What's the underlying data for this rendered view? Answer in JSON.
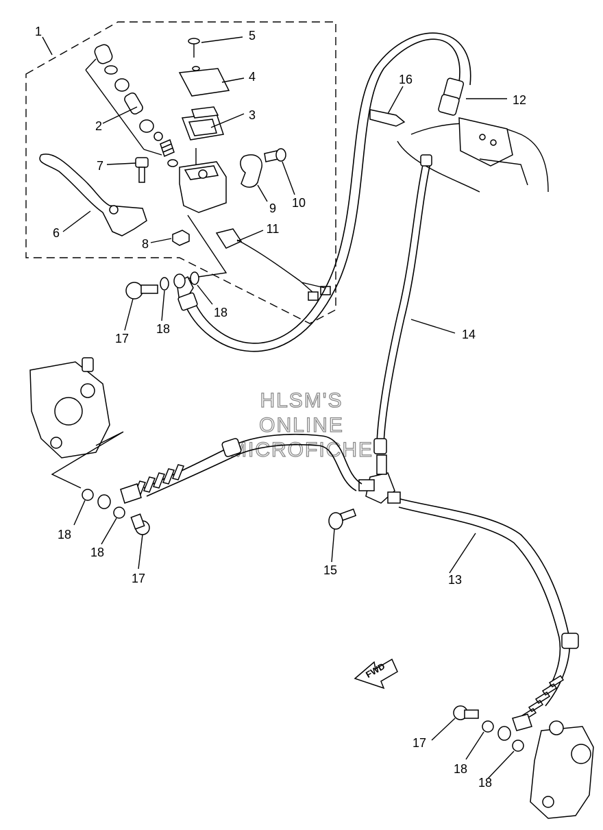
{
  "watermark": {
    "line1": "HLSM'S",
    "line2": "ONLINE",
    "line3": "MICROFICHE"
  },
  "direction_marker": "FWD",
  "callouts": [
    {
      "id": "c1",
      "label": "1"
    },
    {
      "id": "c2",
      "label": "2"
    },
    {
      "id": "c3",
      "label": "3"
    },
    {
      "id": "c4",
      "label": "4"
    },
    {
      "id": "c5",
      "label": "5"
    },
    {
      "id": "c6",
      "label": "6"
    },
    {
      "id": "c7",
      "label": "7"
    },
    {
      "id": "c8",
      "label": "8"
    },
    {
      "id": "c9",
      "label": "9"
    },
    {
      "id": "c10",
      "label": "10"
    },
    {
      "id": "c11",
      "label": "11"
    },
    {
      "id": "c12",
      "label": "12"
    },
    {
      "id": "c13",
      "label": "13"
    },
    {
      "id": "c14",
      "label": "14"
    },
    {
      "id": "c15",
      "label": "15"
    },
    {
      "id": "c16",
      "label": "16"
    },
    {
      "id": "c17a",
      "label": "17"
    },
    {
      "id": "c18a",
      "label": "18"
    },
    {
      "id": "c18b",
      "label": "18"
    },
    {
      "id": "c18c",
      "label": "18"
    },
    {
      "id": "c18d",
      "label": "18"
    },
    {
      "id": "c17b",
      "label": "17"
    },
    {
      "id": "c17c",
      "label": "17"
    },
    {
      "id": "c18e",
      "label": "18"
    },
    {
      "id": "c18f",
      "label": "18"
    }
  ]
}
